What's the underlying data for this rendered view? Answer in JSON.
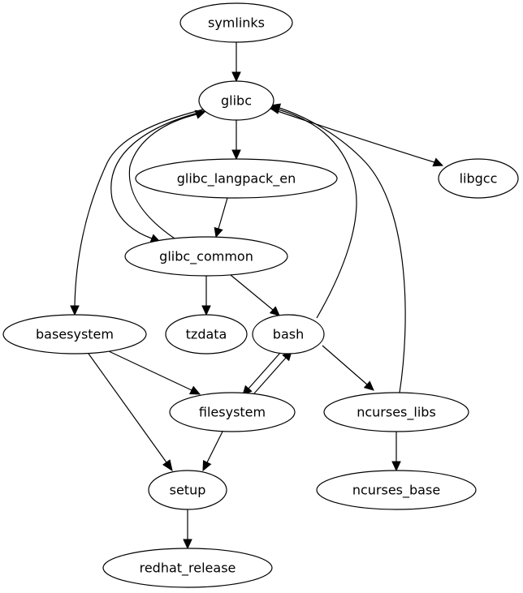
{
  "graph": {
    "title": "Package dependency graph",
    "colors": {
      "stroke": "#000000",
      "fill": "#ffffff",
      "text": "#000000"
    },
    "nodes": [
      {
        "id": "symlinks",
        "label": "symlinks"
      },
      {
        "id": "glibc",
        "label": "glibc"
      },
      {
        "id": "glibc_langpack_en",
        "label": "glibc_langpack_en"
      },
      {
        "id": "libgcc",
        "label": "libgcc"
      },
      {
        "id": "glibc_common",
        "label": "glibc_common"
      },
      {
        "id": "basesystem",
        "label": "basesystem"
      },
      {
        "id": "tzdata",
        "label": "tzdata"
      },
      {
        "id": "bash",
        "label": "bash"
      },
      {
        "id": "filesystem",
        "label": "filesystem"
      },
      {
        "id": "ncurses_libs",
        "label": "ncurses_libs"
      },
      {
        "id": "setup",
        "label": "setup"
      },
      {
        "id": "ncurses_base",
        "label": "ncurses_base"
      },
      {
        "id": "redhat_release",
        "label": "redhat_release"
      }
    ],
    "edges": [
      {
        "from": "symlinks",
        "to": "glibc"
      },
      {
        "from": "glibc",
        "to": "glibc_langpack_en"
      },
      {
        "from": "glibc",
        "to": "libgcc"
      },
      {
        "from": "glibc",
        "to": "glibc_common"
      },
      {
        "from": "glibc",
        "to": "basesystem"
      },
      {
        "from": "glibc_common",
        "to": "glibc"
      },
      {
        "from": "glibc_langpack_en",
        "to": "glibc_common"
      },
      {
        "from": "glibc_common",
        "to": "tzdata"
      },
      {
        "from": "glibc_common",
        "to": "bash"
      },
      {
        "from": "bash",
        "to": "glibc"
      },
      {
        "from": "bash",
        "to": "filesystem"
      },
      {
        "from": "filesystem",
        "to": "bash"
      },
      {
        "from": "bash",
        "to": "ncurses_libs"
      },
      {
        "from": "ncurses_libs",
        "to": "glibc"
      },
      {
        "from": "ncurses_libs",
        "to": "ncurses_base"
      },
      {
        "from": "basesystem",
        "to": "filesystem"
      },
      {
        "from": "basesystem",
        "to": "setup"
      },
      {
        "from": "filesystem",
        "to": "setup"
      },
      {
        "from": "setup",
        "to": "redhat_release"
      }
    ]
  }
}
